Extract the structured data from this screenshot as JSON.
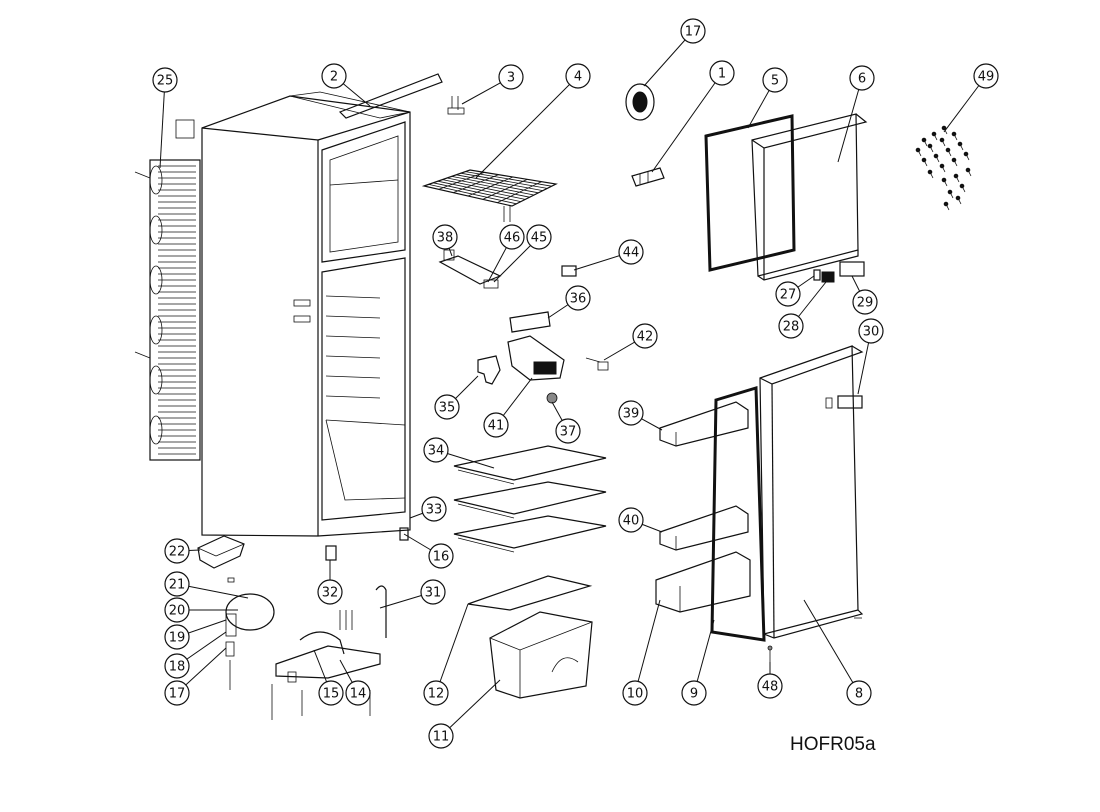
{
  "diagram": {
    "code": "HOFR05a",
    "callouts": [
      "1",
      "2",
      "3",
      "4",
      "5",
      "6",
      "8",
      "9",
      "10",
      "11",
      "12",
      "14",
      "15",
      "16",
      "17",
      "17",
      "18",
      "19",
      "20",
      "21",
      "22",
      "25",
      "27",
      "28",
      "29",
      "30",
      "31",
      "32",
      "33",
      "34",
      "35",
      "36",
      "37",
      "38",
      "39",
      "40",
      "41",
      "42",
      "44",
      "45",
      "46",
      "48",
      "49"
    ]
  }
}
